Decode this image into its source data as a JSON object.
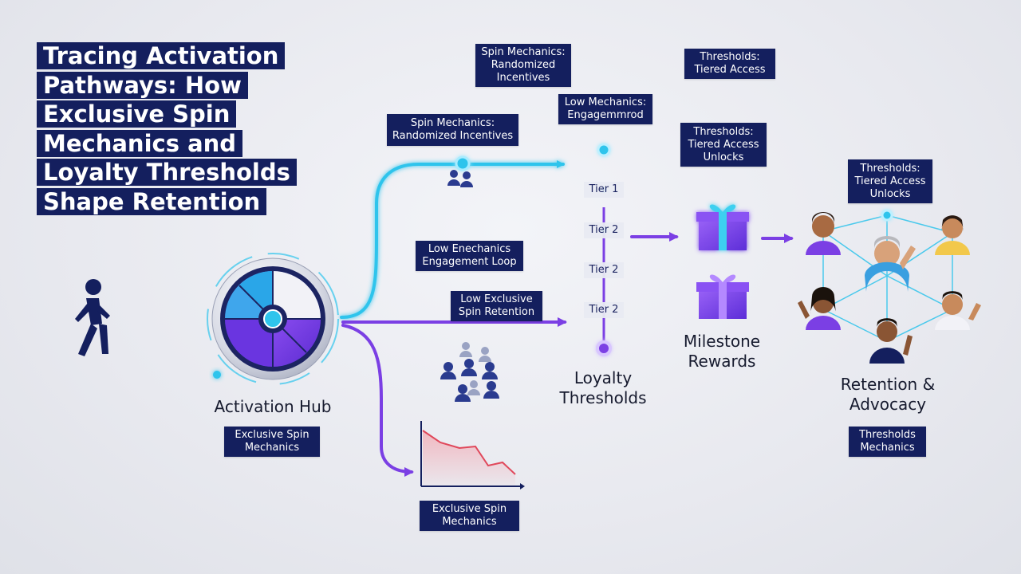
{
  "title": {
    "lines": [
      "Tracing Activation",
      "Pathways: How",
      "Exclusive Spin",
      "Mechanics and",
      "Loyalty Thresholds",
      "Shape Retention"
    ]
  },
  "nodes": {
    "activation_hub": "Activation Hub",
    "loyalty_thresholds": [
      "Loyalty",
      "Thresholds"
    ],
    "milestone_rewards": [
      "Milestone",
      "Rewards"
    ],
    "retention_advocacy": [
      "Retention &",
      "Advocacy"
    ]
  },
  "tiers": [
    "Tier 1",
    "Tier 2",
    "Tier 2",
    "Tier 2"
  ],
  "tags": {
    "spin_top": [
      "Spin Mechanics:",
      "Randomized",
      "Incentives"
    ],
    "spin_mid": [
      "Spin Mechanics:",
      "Randomized Incentives"
    ],
    "low_mech": [
      "Low Mechanics:",
      "Engagemmrod"
    ],
    "thresholds_top": [
      "Thresholds:",
      "Tiered Access"
    ],
    "thresholds_mid": [
      "Thresholds:",
      "Tiered Access",
      "Unlocks"
    ],
    "thresholds_right": [
      "Thresholds:",
      "Tiered Access",
      "Unlocks"
    ],
    "low_enechanics": [
      "Low Enechanics",
      "Engagement Loop"
    ],
    "low_exclusive": [
      "Low Exclusive",
      "Spin Retention"
    ],
    "exclusive_spin_hub": [
      "Exclusive Spin",
      "Mechanics"
    ],
    "exclusive_spin_bottom": [
      "Exclusive Spin",
      "Mechanics"
    ],
    "thresholds_mechanics": [
      "Thresholds",
      "Mechanics"
    ]
  },
  "icons": {
    "walker": "walking-person-icon",
    "wheel": "spin-wheel-icon",
    "gift": "gift-box-icon",
    "users": "user-group-icon",
    "trend": "declining-line-chart-icon"
  },
  "colors": {
    "navy": "#141f5e",
    "cyan": "#2fc4ec",
    "purple": "#7b3fe4",
    "decline": "#e0475a"
  }
}
